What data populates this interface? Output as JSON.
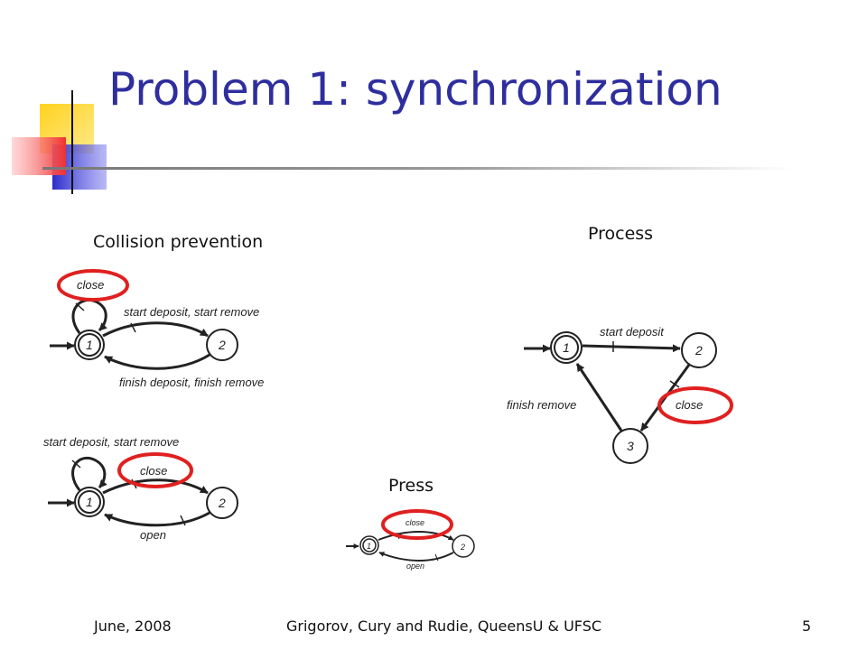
{
  "slide": {
    "title": "Problem 1: synchronization",
    "page_number": "5"
  },
  "labels": {
    "collision": "Collision prevention",
    "process": "Process",
    "press": "Press"
  },
  "footer": {
    "date": "June, 2008",
    "authors": "Grigorov, Cury and Rudie,  QueensU & UFSC",
    "page": "5"
  },
  "automata": {
    "collision1": {
      "states": [
        "1",
        "2"
      ],
      "self_loop": "close",
      "top_edge": "start deposit, start remove",
      "bottom_edge": "finish deposit, finish remove"
    },
    "collision2": {
      "states": [
        "1",
        "2"
      ],
      "self_loop": "start deposit, start remove",
      "top_edge": "close",
      "bottom_edge": "open"
    },
    "process": {
      "states": [
        "1",
        "2",
        "3"
      ],
      "edge_1_2": "start deposit",
      "edge_2_3": "close",
      "edge_3_1": "finish remove"
    },
    "press": {
      "states": [
        "1",
        "2"
      ],
      "top_edge": "close",
      "bottom_edge": "open"
    }
  },
  "colors": {
    "title": "#2e2e9e",
    "highlight": "#e02020",
    "accent_yellow": "#ffd21f",
    "accent_blue": "#2c2ccc",
    "accent_red": "#f04040"
  }
}
